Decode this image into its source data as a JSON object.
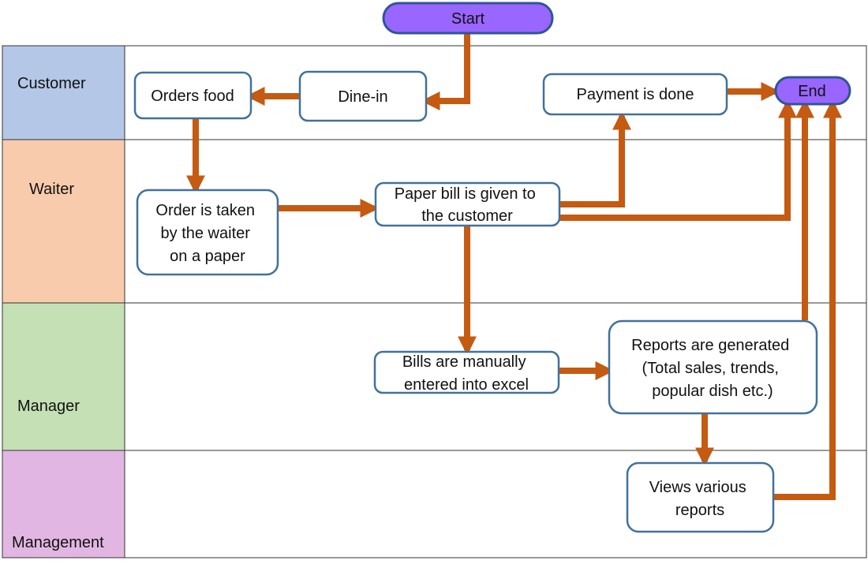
{
  "lanes": [
    {
      "name": "Customer",
      "color": "#b4c7e7"
    },
    {
      "name": "Waiter",
      "color": "#f8cbad"
    },
    {
      "name": "Manager",
      "color": "#c5e0b4"
    },
    {
      "name": "Management",
      "color": "#e2b6e2"
    }
  ],
  "nodes": {
    "start": {
      "lines": [
        "Start"
      ]
    },
    "end": {
      "lines": [
        "End"
      ]
    },
    "dine_in": {
      "lines": [
        "Dine-in"
      ]
    },
    "orders_food": {
      "lines": [
        "Orders food"
      ]
    },
    "payment": {
      "lines": [
        "Payment is done"
      ]
    },
    "order_taken": {
      "lines": [
        "Order is taken",
        "by the waiter",
        "on a paper"
      ]
    },
    "paper_bill": {
      "lines": [
        "Paper bill is given to",
        "the customer"
      ]
    },
    "bills_excel": {
      "lines": [
        "Bills are manually",
        "entered into excel"
      ]
    },
    "reports_generated": {
      "lines": [
        "Reports are generated",
        "(Total sales, trends,",
        "popular dish etc.)"
      ]
    },
    "views_reports": {
      "lines": [
        "Views various",
        "reports"
      ]
    }
  },
  "colors": {
    "terminal_fill": "#9966ff",
    "box_border": "#41719c",
    "arrow": "#c55a11",
    "grid": "#333333"
  }
}
